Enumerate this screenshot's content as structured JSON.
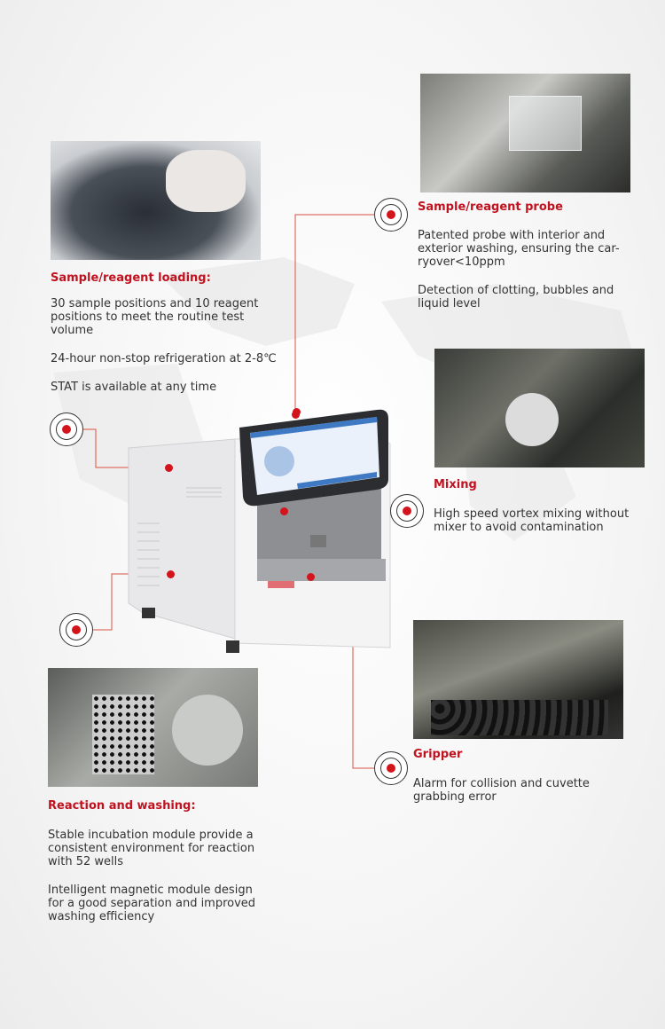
{
  "features": {
    "loading": {
      "title": "Sample/reagent loading:",
      "lines": [
        "30 sample positions and 10 reagent positions to meet the routine test volume",
        "24-hour non-stop refrigeration at 2-8℃",
        "STAT is available at any time"
      ]
    },
    "probe": {
      "title": "Sample/reagent probe",
      "lines": [
        "Patented probe with interior and exterior washing, ensuring the car-ryover<10ppm",
        "Detection of clotting, bubbles and liquid level"
      ]
    },
    "mixing": {
      "title": "Mixing",
      "lines": [
        "High speed vortex mixing without mixer to avoid contamination"
      ]
    },
    "gripper": {
      "title": "Gripper",
      "lines": [
        "Alarm for collision and cuvette grabbing error"
      ]
    },
    "reaction": {
      "title": "Reaction and washing:",
      "lines": [
        "Stable incubation module provide a consistent environment for reaction with 52 wells",
        "Intelligent magnetic module design for a good separation and improved washing efficiency"
      ]
    }
  },
  "colors": {
    "accent": "#c1121f",
    "line": "#d9533f"
  }
}
